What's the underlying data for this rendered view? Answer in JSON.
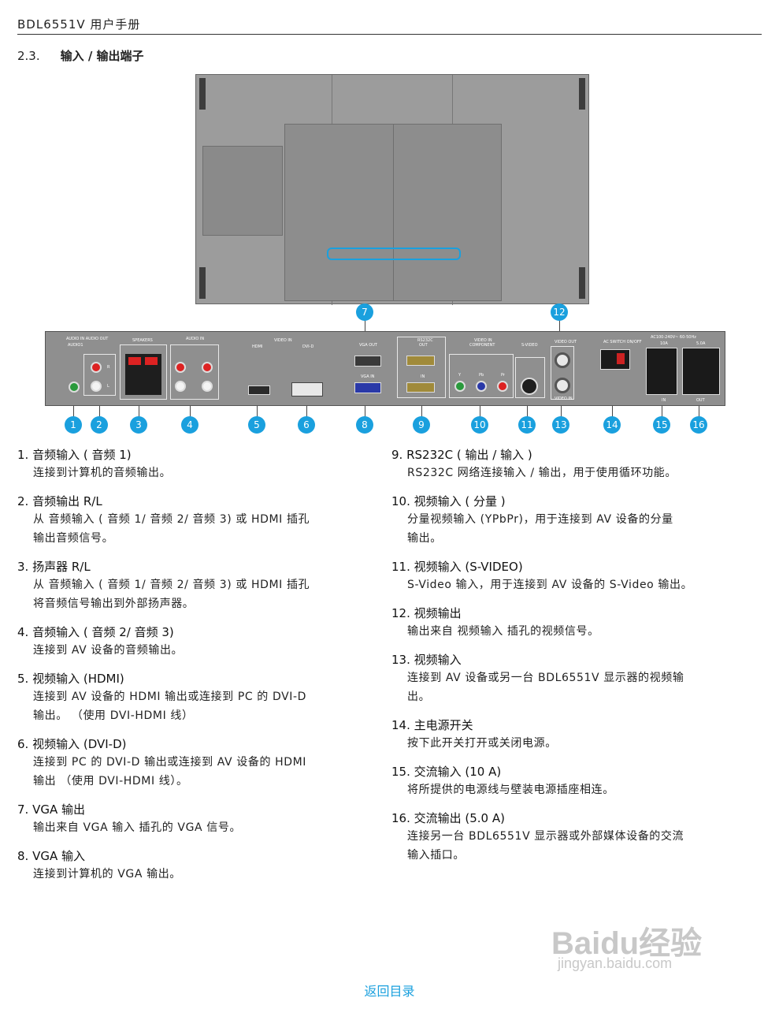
{
  "header": {
    "title": "BDL6551V 用户手册"
  },
  "section": {
    "number": "2.3.",
    "title": "输入 / 输出端子"
  },
  "callouts": [
    "1",
    "2",
    "3",
    "4",
    "5",
    "6",
    "7",
    "8",
    "9",
    "10",
    "11",
    "12",
    "13",
    "14",
    "15",
    "16"
  ],
  "panel_labels": {
    "audio_in_out": "AUDIO IN  AUDIO OUT",
    "audio1": "AUDIO1",
    "speakers": "SPEAKERS",
    "audio_in": "AUDIO IN",
    "video_in": "VIDEO IN",
    "hdmi": "HDMI",
    "dvid": "DVI-D",
    "vga_out": "VGA OUT",
    "vga_in": "VGA IN",
    "rs232c": "RS232C",
    "out": "OUT",
    "in": "IN",
    "video_in2": "VIDEO IN",
    "component": "COMPONENT",
    "svideo": "S-VIDEO",
    "video_out": "VIDEO OUT",
    "video_in3": "VIDEO IN",
    "ac_switch": "AC SWITCH ON/OFF",
    "ac_rating": "AC100-240V~ 60-50Hz",
    "ac_10a": "10A",
    "ac_5a": "5.0A",
    "ac_in": "IN",
    "ac_out": "OUT",
    "y": "Y",
    "pb": "Pb",
    "pr": "Pr",
    "r": "R",
    "l": "L"
  },
  "items_left": [
    {
      "title": "1. 音频输入 ( 音频 1)",
      "desc": [
        "连接到计算机的音频输出。"
      ]
    },
    {
      "title": "2. 音频输出 R/L",
      "desc": [
        "从 音频输入 ( 音频 1/ 音频 2/ 音频 3) 或 HDMI 插孔",
        "输出音频信号。"
      ]
    },
    {
      "title": "3. 扬声器 R/L",
      "desc": [
        "从 音频输入 ( 音频 1/ 音频 2/ 音频 3) 或 HDMI 插孔",
        "将音频信号输出到外部扬声器。"
      ]
    },
    {
      "title": "4. 音频输入 ( 音频 2/ 音频 3)",
      "desc": [
        "连接到 AV 设备的音频输出。"
      ]
    },
    {
      "title": "5. 视频输入 (HDMI)",
      "desc": [
        "连接到 AV 设备的 HDMI 输出或连接到 PC 的 DVI-D",
        "输出。 （使用 DVI-HDMI 线）"
      ]
    },
    {
      "title": "6. 视频输入 (DVI-D)",
      "desc": [
        "连接到 PC 的 DVI-D 输出或连接到 AV 设备的 HDMI",
        "输出 （使用 DVI-HDMI 线）。"
      ]
    },
    {
      "title": "7. VGA 输出",
      "desc": [
        "输出来自 VGA 输入 插孔的 VGA 信号。"
      ]
    },
    {
      "title": "8. VGA 输入",
      "desc": [
        "连接到计算机的 VGA 输出。"
      ]
    }
  ],
  "items_right": [
    {
      "title": "9. RS232C ( 输出 / 输入 )",
      "desc": [
        "RS232C 网络连接输入 / 输出，用于使用循环功能。"
      ]
    },
    {
      "title": "10. 视频输入 ( 分量 )",
      "desc": [
        "分量视频输入 (YPbPr)，用于连接到 AV 设备的分量",
        "输出。"
      ]
    },
    {
      "title": "11. 视频输入 (S-VIDEO)",
      "desc": [
        "S-Video 输入，用于连接到 AV 设备的 S-Video 输出。"
      ]
    },
    {
      "title": "12. 视频输出",
      "desc": [
        "输出来自 视频输入 插孔的视频信号。"
      ]
    },
    {
      "title": "13. 视频输入",
      "desc": [
        "连接到 AV 设备或另一台 BDL6551V 显示器的视频输",
        "出。"
      ]
    },
    {
      "title": "14. 主电源开关",
      "desc": [
        "按下此开关打开或关闭电源。"
      ]
    },
    {
      "title": "15. 交流输入 (10 A)",
      "desc": [
        "将所提供的电源线与壁装电源插座相连。"
      ]
    },
    {
      "title": "16. 交流输出 (5.0 A)",
      "desc": [
        "连接另一台 BDL6551V 显示器或外部媒体设备的交流",
        "输入插口。"
      ]
    }
  ],
  "footer": {
    "back_link": "返回目录"
  },
  "watermark": {
    "brand": "Baidu经验",
    "url": "jingyan.baidu.com"
  },
  "colors": {
    "accent": "#1aa0de"
  }
}
